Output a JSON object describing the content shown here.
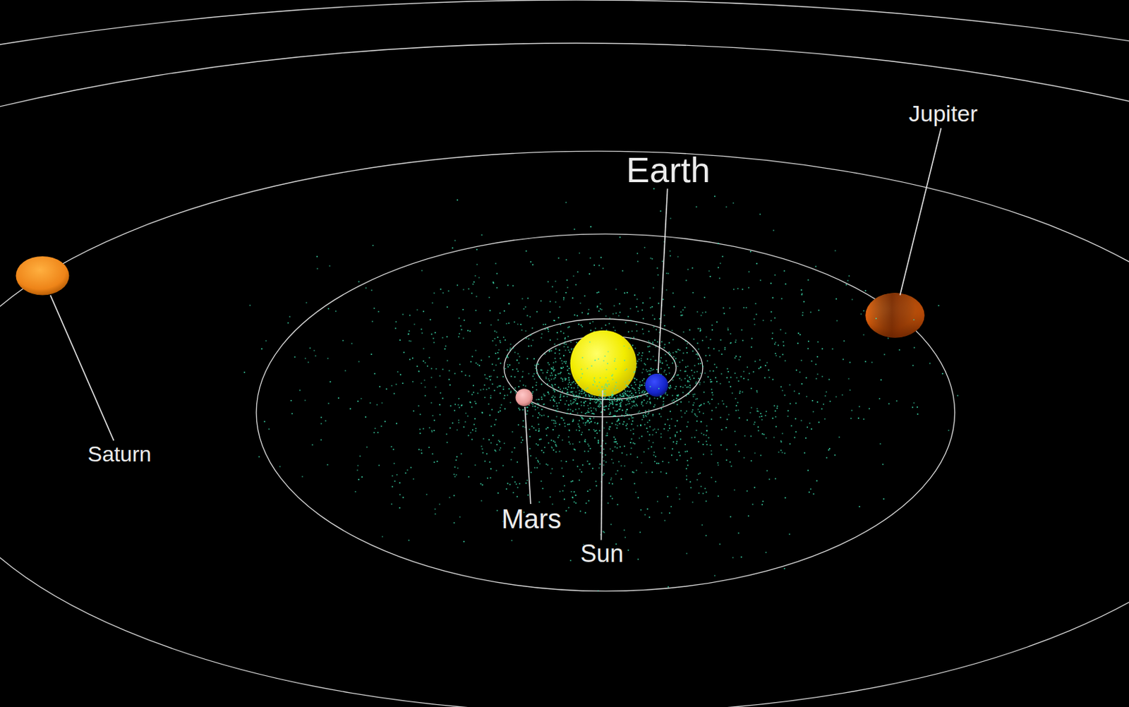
{
  "diagram": {
    "labels": [
      "Jupiter",
      "Earth",
      "Saturn",
      "Mars",
      "Sun"
    ]
  }
}
